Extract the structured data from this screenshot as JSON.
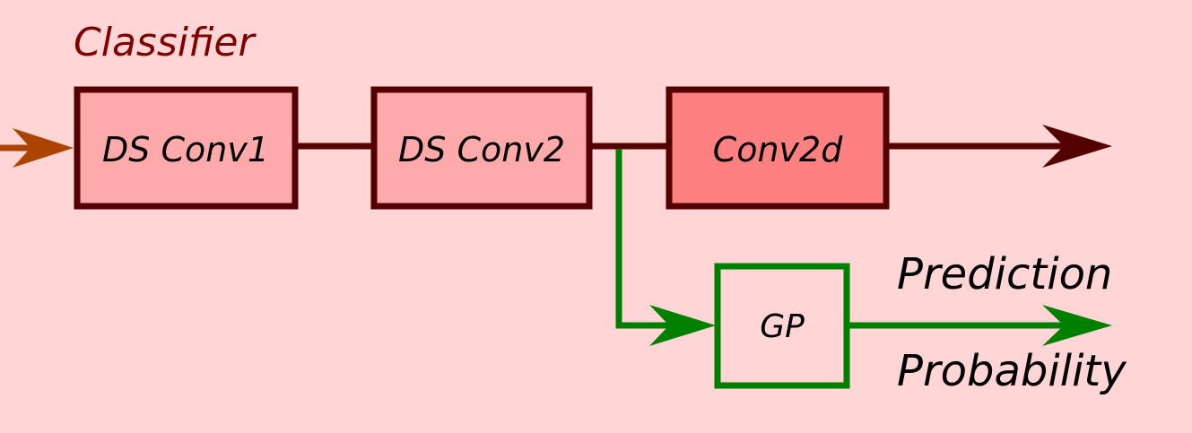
{
  "diagram": {
    "title": "Classifier",
    "blocks": {
      "ds_conv1": "DS Conv1",
      "ds_conv2": "DS Conv2",
      "conv2d": "Conv2d",
      "gp": "GP"
    },
    "outputs": {
      "prediction": "Prediction",
      "probability": "Probability"
    }
  },
  "colors": {
    "background": "#ffd5d5",
    "title_text": "#800000",
    "block_border": "#550000",
    "ds_conv_fill": "#ffaaaa",
    "conv2d_fill": "#ff8080",
    "main_line": "#550000",
    "input_arrow": "#aa4400",
    "gp_branch": "#008000",
    "text": "#000000"
  }
}
